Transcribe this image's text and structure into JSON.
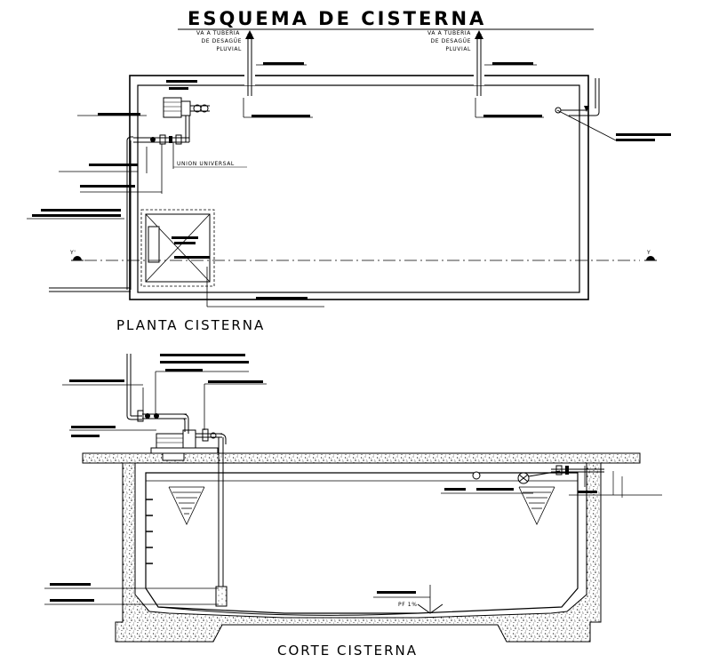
{
  "title": "ESQUEMA DE CISTERNA",
  "plan": {
    "caption": "PLANTA CISTERNA",
    "outlet_left": [
      "VA A TUBERIA",
      "DE DESAGÜE",
      "PLUVIAL"
    ],
    "outlet_right": [
      "VA A TUBERIA",
      "DE DESAGÜE",
      "PLUVIAL"
    ],
    "union_label": "UNION UNIVERSAL",
    "axis_left": "Y'",
    "axis_right": "Y"
  },
  "section": {
    "caption": "CORTE CISTERNA",
    "slope_label": "PF 1%"
  }
}
